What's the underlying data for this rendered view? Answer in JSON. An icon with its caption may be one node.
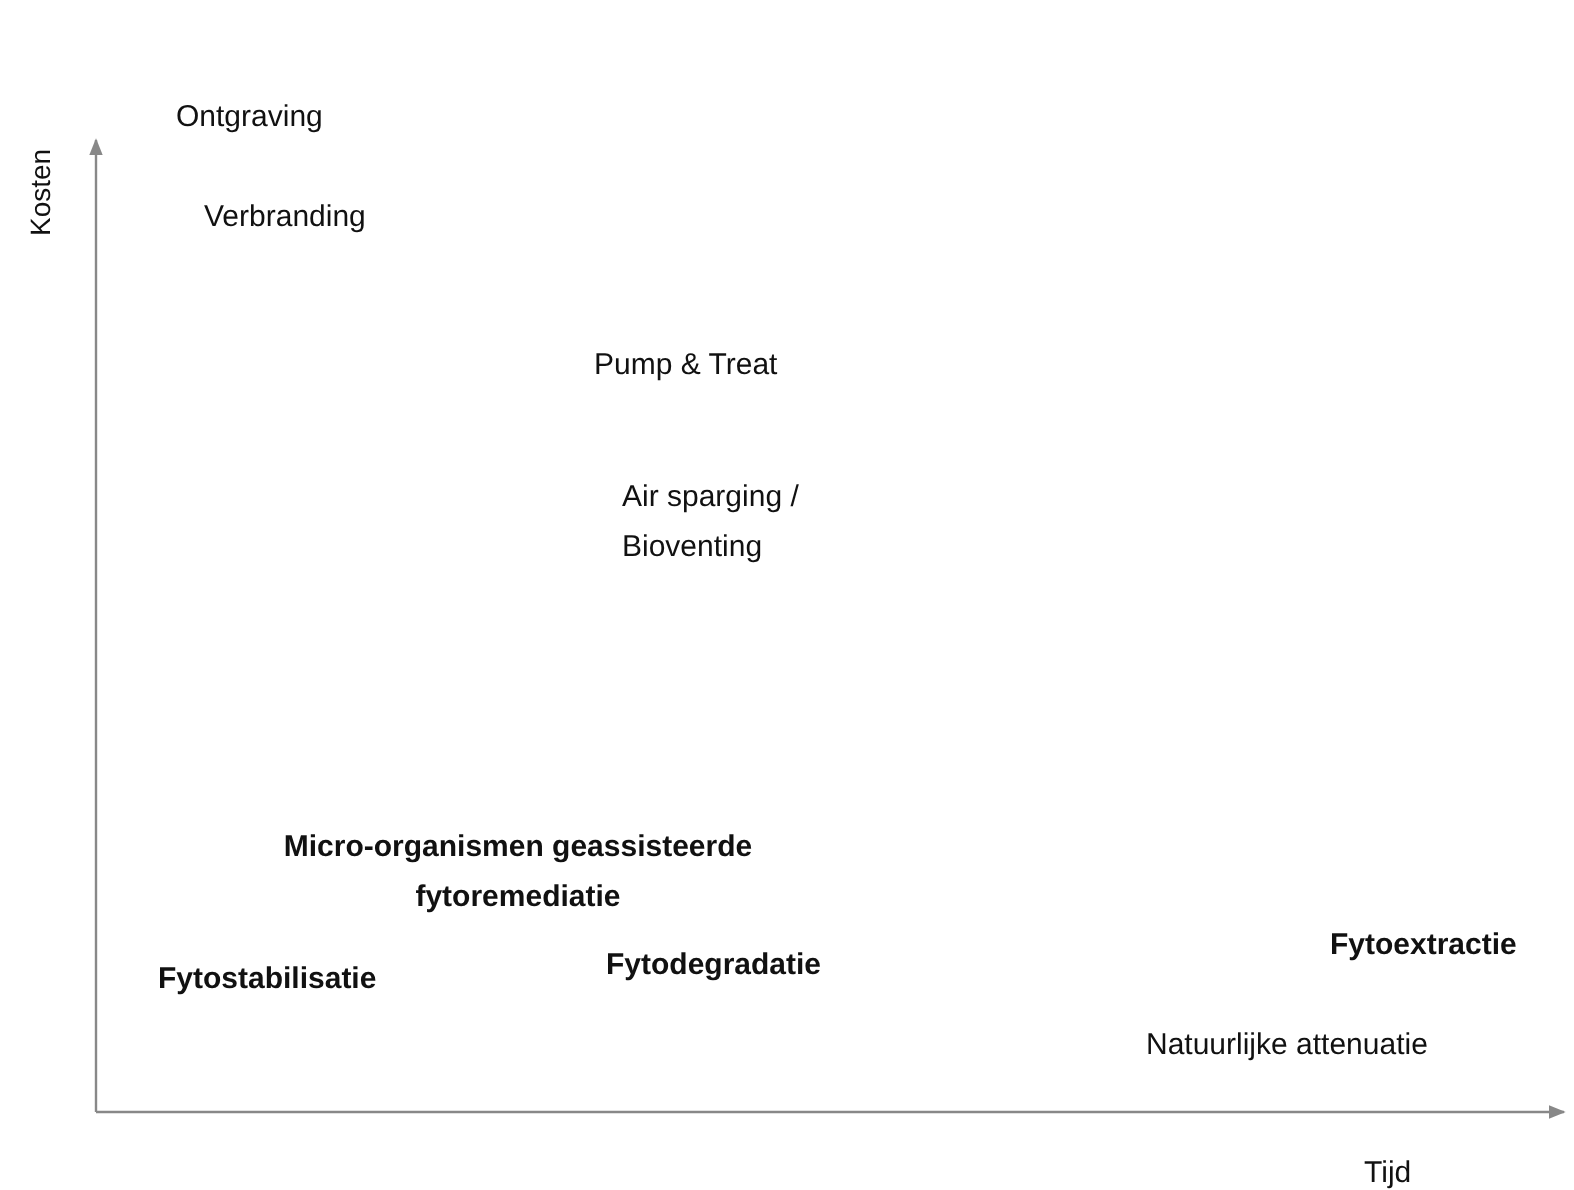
{
  "diagram": {
    "labels": [
      "Kosten",
      "Ontgraving",
      "Verbranding",
      "Pump & Treat",
      "Air sparging / Bioventing",
      "Micro-organismen geassisteerde fytoremediatie",
      "Fytoextractie",
      "Fytostabilisatie",
      "Fytodegradatie",
      "Natuurlijke attenuatie",
      "Tijd"
    ]
  }
}
